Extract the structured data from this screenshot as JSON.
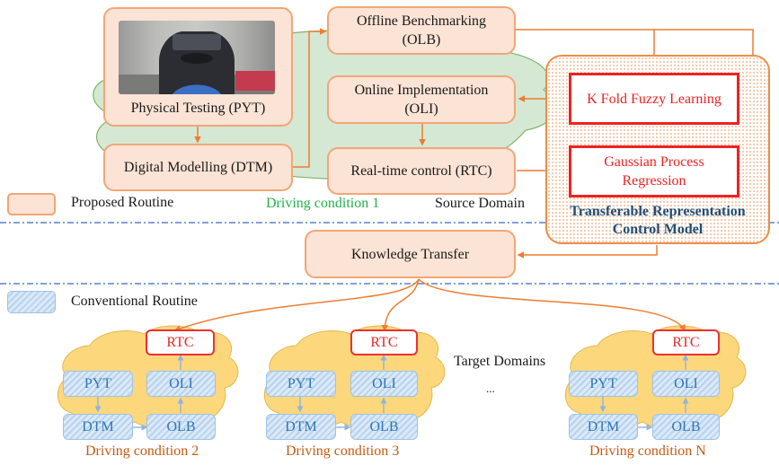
{
  "source": {
    "pyt_label": "Physical Testing (PYT)",
    "dtm_label": "Digital Modelling (DTM)",
    "olb_label": "Offline Benchmarking (OLB)",
    "oli_label": "Online Implementation (OLI)",
    "rtc_label": "Real-time control (RTC)",
    "driving_condition": "Driving condition 1",
    "domain_label": "Source Domain"
  },
  "model": {
    "kfold_label": "K Fold Fuzzy Learning",
    "gpr_label": "Gaussian Process Regression",
    "title_line1": "Transferable Representation",
    "title_line2": "Control Model"
  },
  "legend": {
    "proposed": "Proposed Routine",
    "conventional": "Conventional Routine"
  },
  "knowledge_transfer": "Knowledge Transfer",
  "target": {
    "domain_label": "Target Domains",
    "ellipsis": "...",
    "groups": [
      {
        "rtc": "RTC",
        "pyt": "PYT",
        "oli": "OLI",
        "dtm": "DTM",
        "olb": "OLB",
        "condition": "Driving condition 2"
      },
      {
        "rtc": "RTC",
        "pyt": "PYT",
        "oli": "OLI",
        "dtm": "DTM",
        "olb": "OLB",
        "condition": "Driving condition 3"
      },
      {
        "rtc": "RTC",
        "pyt": "PYT",
        "oli": "OLI",
        "dtm": "DTM",
        "olb": "OLB",
        "condition": "Driving condition N"
      }
    ]
  },
  "colors": {
    "proposed_fill": "#fbe3d5",
    "proposed_border": "#f2a676",
    "arrow": "#ed7d31",
    "red": "#ee2222",
    "green_cloud": "#d5e8d4",
    "yellow_cloud": "#fdd77c",
    "conventional_text": "#2e75b6",
    "model_title": "#1f4e79",
    "driving_condition_1": "#22b04b",
    "driving_condition_target": "#c55a11",
    "separator": "#6f95d2"
  }
}
